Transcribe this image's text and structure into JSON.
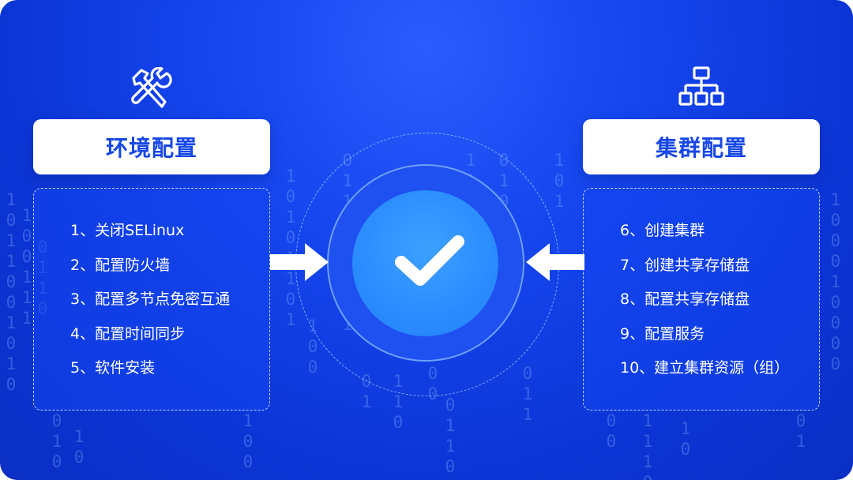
{
  "left_panel": {
    "title": "环境配置",
    "icon": "tools-icon",
    "items": [
      "1、关闭SELinux",
      "2、配置防火墙",
      "3、配置多节点免密互通",
      "4、配置时间同步",
      "5、软件安装"
    ]
  },
  "right_panel": {
    "title": "集群配置",
    "icon": "cluster-hierarchy-icon",
    "items": [
      "6、创建集群",
      "7、创建共享存储盘",
      "8、配置共享存储盘",
      "9、配置服务",
      "10、建立集群资源（组）"
    ]
  },
  "center": {
    "icon": "check-icon"
  },
  "colors": {
    "background": "#1546ee",
    "title_text": "#1747e6",
    "core": "#2a8cff",
    "text": "#ffffff"
  }
}
